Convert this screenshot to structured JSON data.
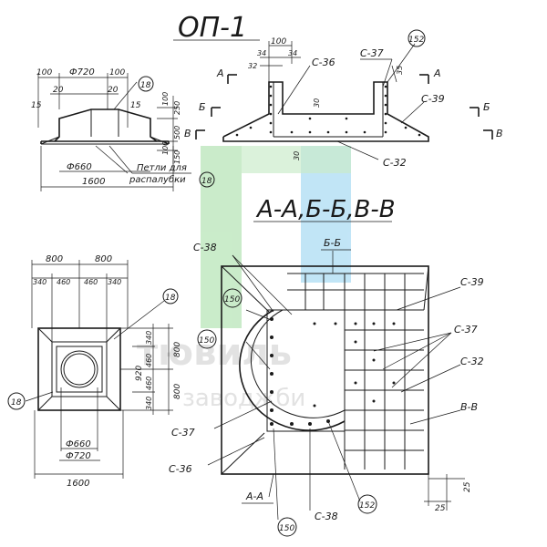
{
  "title": "ОП-1",
  "section_title": "А-А,Б-Б,В-В",
  "colors": {
    "ink": "#1a1a1a",
    "watermark_green": "#9fdc9f",
    "watermark_blue": "#8fd0f0"
  },
  "top_left": {
    "dims_top": [
      "100",
      "Ф720",
      "100"
    ],
    "dims_second": [
      "20",
      "20"
    ],
    "dim_15_left": "15",
    "dim_15_right": "15",
    "right_dims": [
      "100",
      "250",
      "500",
      "100",
      "150"
    ],
    "dim_660": "Ф660",
    "dim_1600": "1600",
    "callout_18": "18",
    "loops_label_1": "Петли для",
    "loops_label_2": "распалубки",
    "callout_18b": "18"
  },
  "top_right": {
    "dim_100": "100",
    "dim_34a": "34",
    "dim_34b": "34",
    "dim_32": "32",
    "label_c36": "С-36",
    "label_c37": "С-37",
    "callout_152": "152",
    "dim_35": "35",
    "dim_30a": "30",
    "dim_30b": "30",
    "label_c39": "С-39",
    "label_c32": "С-32",
    "cut_A_left": "А",
    "cut_A_right": "А",
    "cut_B_left": "Б",
    "cut_B_right": "Б",
    "cut_V_left": "В",
    "cut_V_right": "В"
  },
  "bottom_left": {
    "dims_top": [
      "800",
      "800"
    ],
    "dims_second": [
      "340",
      "460",
      "460",
      "340"
    ],
    "callout_18": "18",
    "dims_right": [
      "340",
      "460",
      "800",
      "460",
      "340",
      "800"
    ],
    "dim_920": "920",
    "callout_18b": "18",
    "dim_660": "Ф660",
    "dim_720": "Ф720",
    "dim_1600": "1600"
  },
  "bottom_right": {
    "label_c38_top": "С-38",
    "label_bb": "Б-Б",
    "label_c39": "С-39",
    "callout_150a": "150",
    "callout_150b": "150",
    "label_c37_right": "С-37",
    "label_c32": "С-32",
    "label_vv": "В-В",
    "label_c37_left": "С-37",
    "label_c36": "С-36",
    "label_aa": "А-А",
    "callout_150c": "150",
    "label_c38_bottom": "С-38",
    "callout_152": "152",
    "dim_25a": "25",
    "dim_25b": "25"
  },
  "watermark": {
    "text_1": "тювиль",
    "text_2": "заводжби"
  }
}
